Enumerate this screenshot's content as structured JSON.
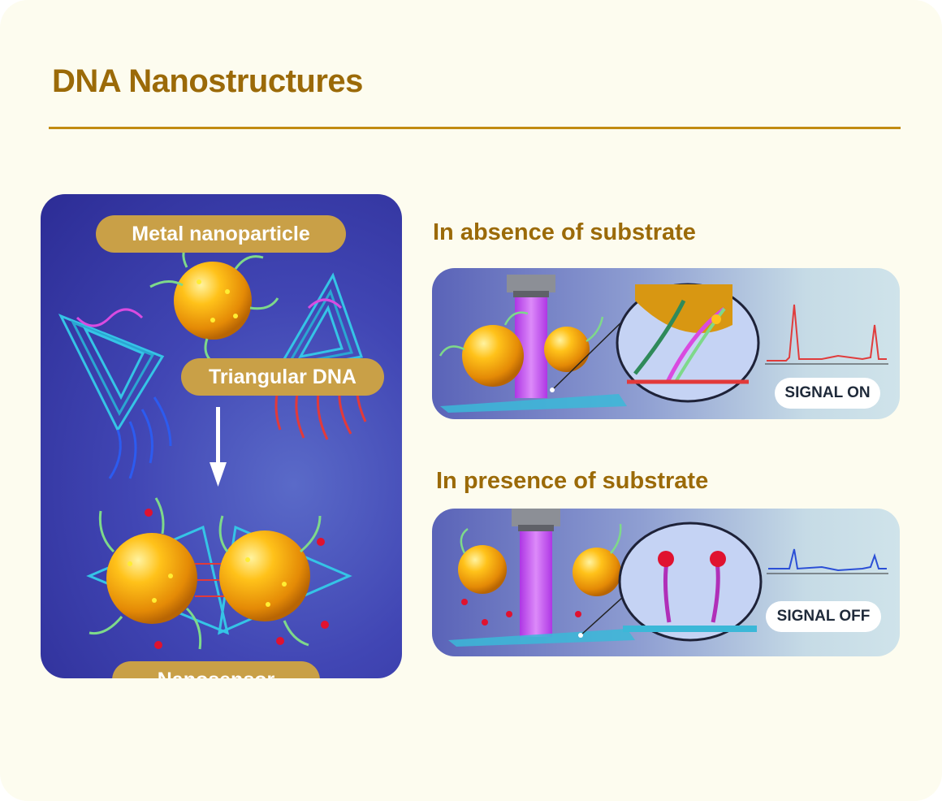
{
  "title": "DNA Nanostructures",
  "left_panel": {
    "labels": {
      "metal_nanoparticle": "Metal nanoparticle",
      "triangular_dna": "Triangular DNA",
      "nanosensor": "Nanosensor"
    }
  },
  "absence": {
    "heading": "In absence of substrate",
    "signal_label": "SIGNAL ON"
  },
  "presence": {
    "heading": "In presence of substrate",
    "signal_label": "SIGNAL OFF"
  },
  "colors": {
    "title": "#9b6a08",
    "accent_rule": "#c28b12",
    "pill": "#c9a047",
    "panel_bg": "#3b3fa8",
    "gold": "#f1a90d",
    "signal_on": "#e03c3c",
    "signal_off": "#2b4fd6",
    "laser": "#d34bff"
  },
  "icons": [
    "metal-nanoparticle-icon",
    "triangular-dna-icon",
    "down-arrow-icon",
    "nanosensor-icon",
    "laser-beam-icon",
    "magnified-view-icon",
    "spectrum-chart-icon"
  ]
}
